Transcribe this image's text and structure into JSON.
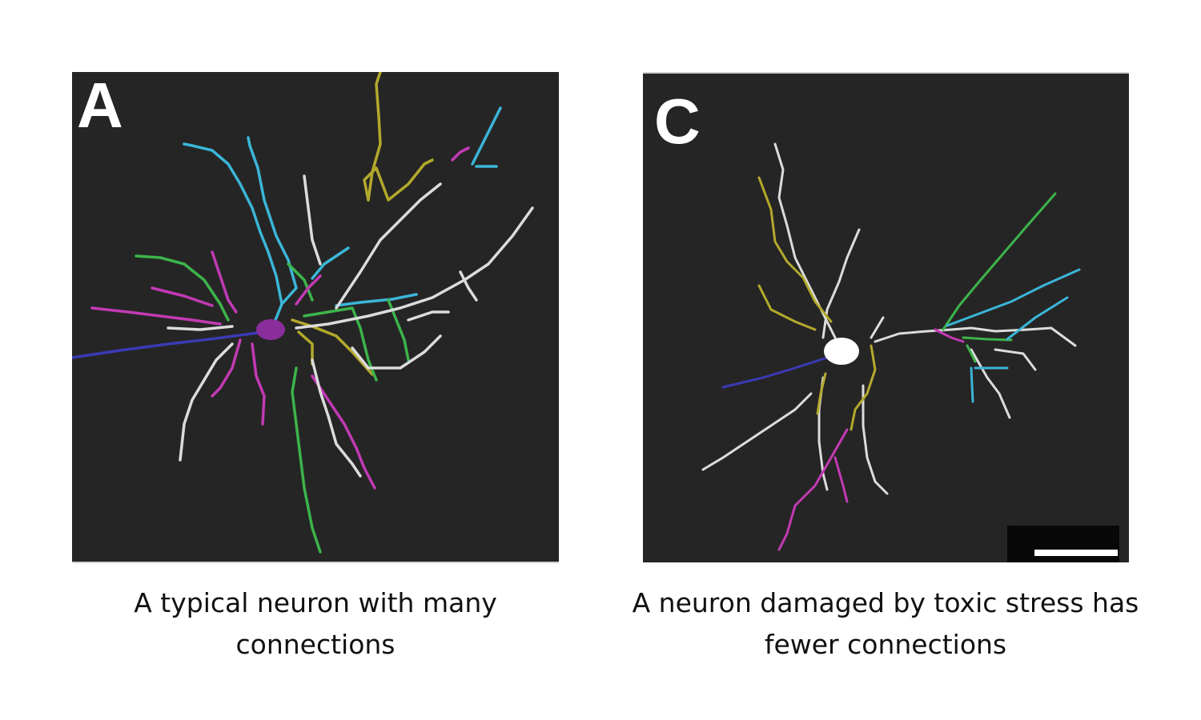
{
  "figure": {
    "panels": [
      {
        "letter": "A",
        "caption": "A typical neuron with many connections",
        "background": "#262525",
        "dendrite_colors": [
          "#3ab6d8",
          "#b3a92c",
          "#3cb44b",
          "#c23ab4",
          "#dcdcdc",
          "#3a3ab4"
        ]
      },
      {
        "letter": "C",
        "caption": "A neuron damaged by toxic stress has fewer connections",
        "background": "#262525",
        "dendrite_colors": [
          "#3cb44b",
          "#3ab6d8",
          "#b3a92c",
          "#c23ab4",
          "#dcdcdc",
          "#3a3ab4"
        ]
      }
    ]
  }
}
